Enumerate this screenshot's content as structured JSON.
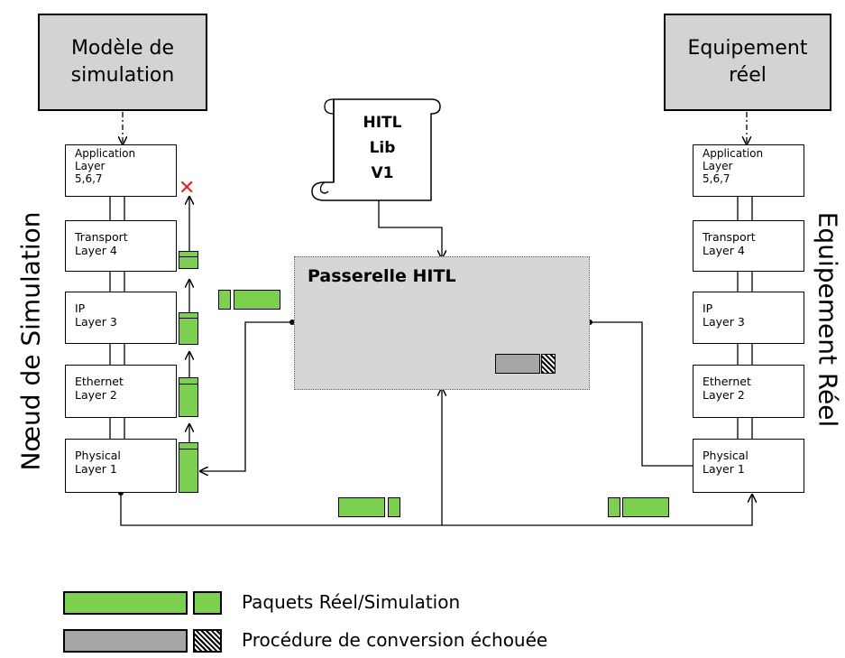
{
  "top_boxes": {
    "simulation_model": "Modèle de\nsimulation",
    "real_equipment": "Equipement\nréel"
  },
  "left_stack": {
    "side_label": "Nœud de Simulation",
    "layers": [
      "Application\nLayer\n5,6,7",
      "Transport\nLayer 4",
      "IP\nLayer 3",
      "Ethernet\nLayer 2",
      "Physical\nLayer 1"
    ]
  },
  "right_stack": {
    "side_label": "Equipement Réel",
    "layers": [
      "Application\nLayer\n5,6,7",
      "Transport\nLayer 4",
      "IP\nLayer 3",
      "Ethernet\nLayer 2",
      "Physical\nLayer 1"
    ]
  },
  "library": {
    "text": "HITL\nLib\nV1"
  },
  "gateway": {
    "title": "Passerelle HITL"
  },
  "legend": {
    "packets": "Paquets Réel/Simulation",
    "failed": "Procédure de conversion échouée"
  },
  "colors": {
    "packet_green": "#7ccf4f",
    "failed_gray": "#a6a6a6",
    "box_gray": "#d3d3d3",
    "error_red": "#e8202a"
  }
}
